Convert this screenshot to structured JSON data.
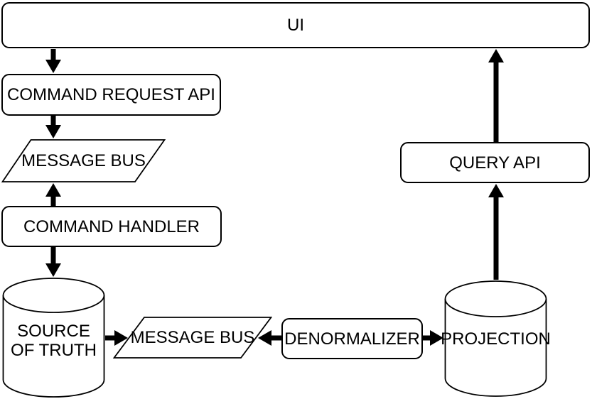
{
  "diagram": {
    "description": "CQRS architecture flow diagram",
    "colors": {
      "stroke": "#000000",
      "fill": "#ffffff",
      "text": "#000000"
    },
    "nodes": {
      "ui": {
        "label": "UI",
        "shape": "rounded-rect"
      },
      "command_request_api": {
        "label": "COMMAND REQUEST API",
        "shape": "rounded-rect"
      },
      "message_bus_commands": {
        "label": "MESSAGE BUS",
        "shape": "parallelogram"
      },
      "command_handler": {
        "label": "COMMAND HANDLER",
        "shape": "rounded-rect"
      },
      "source_of_truth": {
        "label_line1": "SOURCE",
        "label_line2": "OF TRUTH",
        "shape": "cylinder"
      },
      "message_bus_events": {
        "label": "MESSAGE BUS",
        "shape": "parallelogram"
      },
      "denormalizer": {
        "label": "DENORMALIZER",
        "shape": "rounded-rect"
      },
      "projection": {
        "label": "PROJECTION",
        "shape": "cylinder"
      },
      "query_api": {
        "label": "QUERY API",
        "shape": "rounded-rect"
      }
    },
    "edges": [
      {
        "from": "ui",
        "to": "command_request_api",
        "direction": "down"
      },
      {
        "from": "command_request_api",
        "to": "message_bus_commands",
        "direction": "down"
      },
      {
        "from": "command_handler",
        "to": "message_bus_commands",
        "direction": "up"
      },
      {
        "from": "command_handler",
        "to": "source_of_truth",
        "direction": "down"
      },
      {
        "from": "source_of_truth",
        "to": "message_bus_events",
        "direction": "right"
      },
      {
        "from": "denormalizer",
        "to": "message_bus_events",
        "direction": "left"
      },
      {
        "from": "denormalizer",
        "to": "projection",
        "direction": "right"
      },
      {
        "from": "projection",
        "to": "query_api",
        "direction": "up"
      },
      {
        "from": "query_api",
        "to": "ui",
        "direction": "up"
      }
    ]
  }
}
